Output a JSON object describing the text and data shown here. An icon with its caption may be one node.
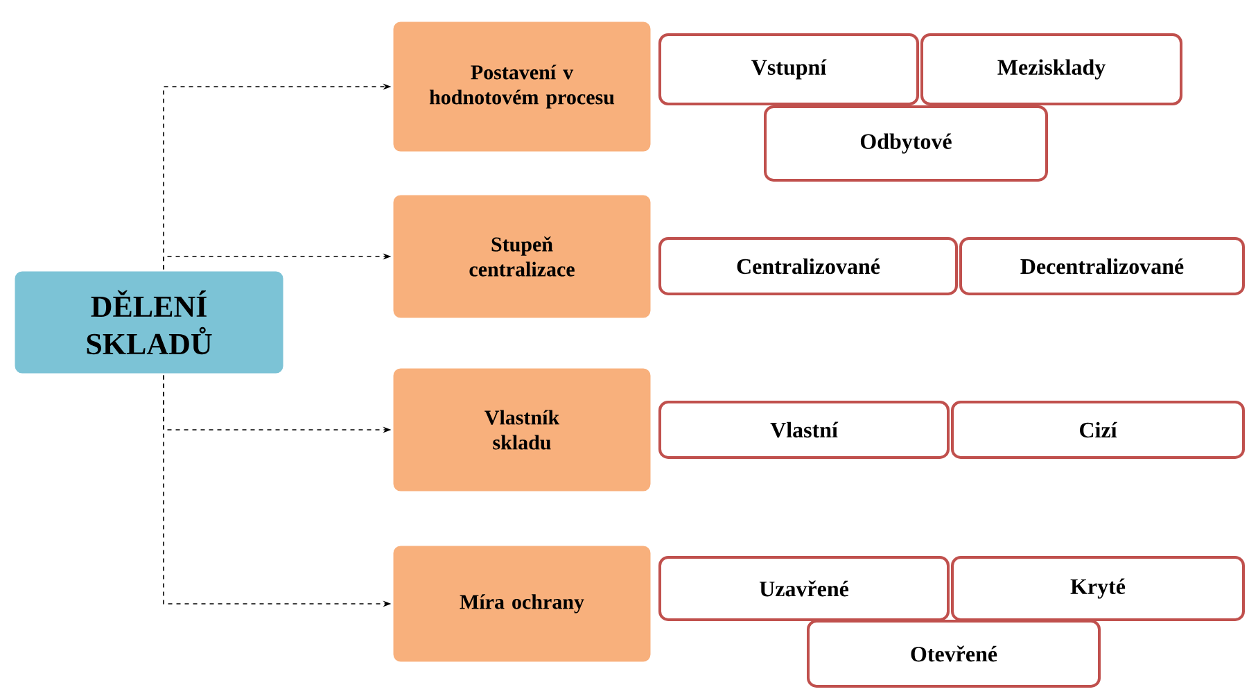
{
  "diagram": {
    "nodes": [
      {
        "text": [
          "DĚLENÍ SKLADŮ"
        ]
      },
      {
        "text": [
          "Postavení v hodnotovém procesu"
        ]
      },
      {
        "text": [
          "Vstupní"
        ]
      },
      {
        "text": [
          "Mezisklady"
        ]
      },
      {
        "text": [
          "Odbytové"
        ]
      },
      {
        "text": [
          "Stupeň centralizace"
        ]
      },
      {
        "text": [
          "Centralizované"
        ]
      },
      {
        "text": [
          "Decentralizované"
        ]
      },
      {
        "text": [
          "Vlastník skladu"
        ]
      },
      {
        "text": [
          "Vlastní"
        ]
      },
      {
        "text": [
          "Cizí"
        ]
      },
      {
        "text": [
          "Míra ochrany"
        ]
      },
      {
        "text": [
          "Uzavřené"
        ]
      },
      {
        "text": [
          "Kryté"
        ]
      },
      {
        "text": [
          "Otevřené"
        ]
      }
    ],
    "edges": [
      {
        "from": 0,
        "to": 1,
        "arrow": "to",
        "style": "dashed"
      },
      {
        "from": 0,
        "to": 5,
        "arrow": "to",
        "style": "dashed"
      },
      {
        "from": 0,
        "to": 8,
        "arrow": "to",
        "style": "dashed"
      },
      {
        "from": 0,
        "to": 11,
        "arrow": "to",
        "style": "dashed"
      }
    ]
  }
}
